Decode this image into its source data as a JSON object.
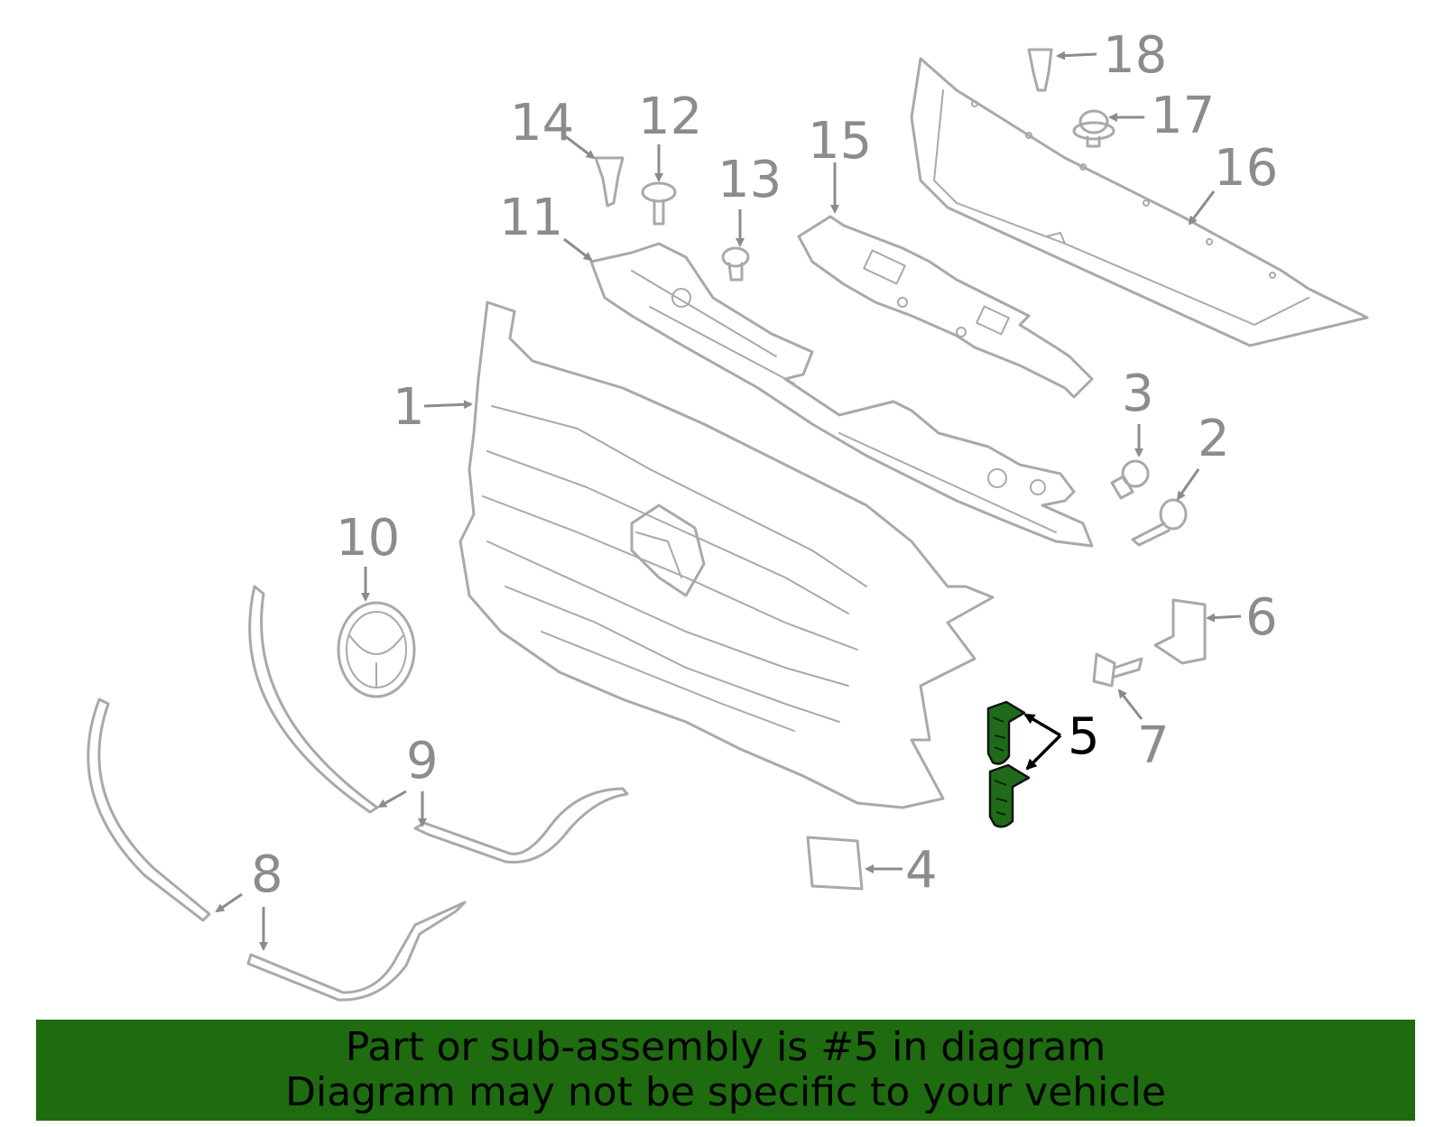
{
  "callouts": {
    "c1": "1",
    "c2": "2",
    "c3": "3",
    "c4": "4",
    "c5": "5",
    "c6": "6",
    "c7": "7",
    "c8": "8",
    "c9": "9",
    "c10": "10",
    "c11": "11",
    "c12": "12",
    "c13": "13",
    "c14": "14",
    "c15": "15",
    "c16": "16",
    "c17": "17",
    "c18": "18"
  },
  "highlighted_part": "5",
  "colors": {
    "highlight": "#1f6b1a",
    "banner": "#1e6b10",
    "line_art": "#a9a9a9",
    "callout": "#8c8c8c"
  },
  "banner": {
    "line1": "Part or sub-assembly is #5 in diagram",
    "line2": "Diagram may not be specific to your vehicle"
  }
}
